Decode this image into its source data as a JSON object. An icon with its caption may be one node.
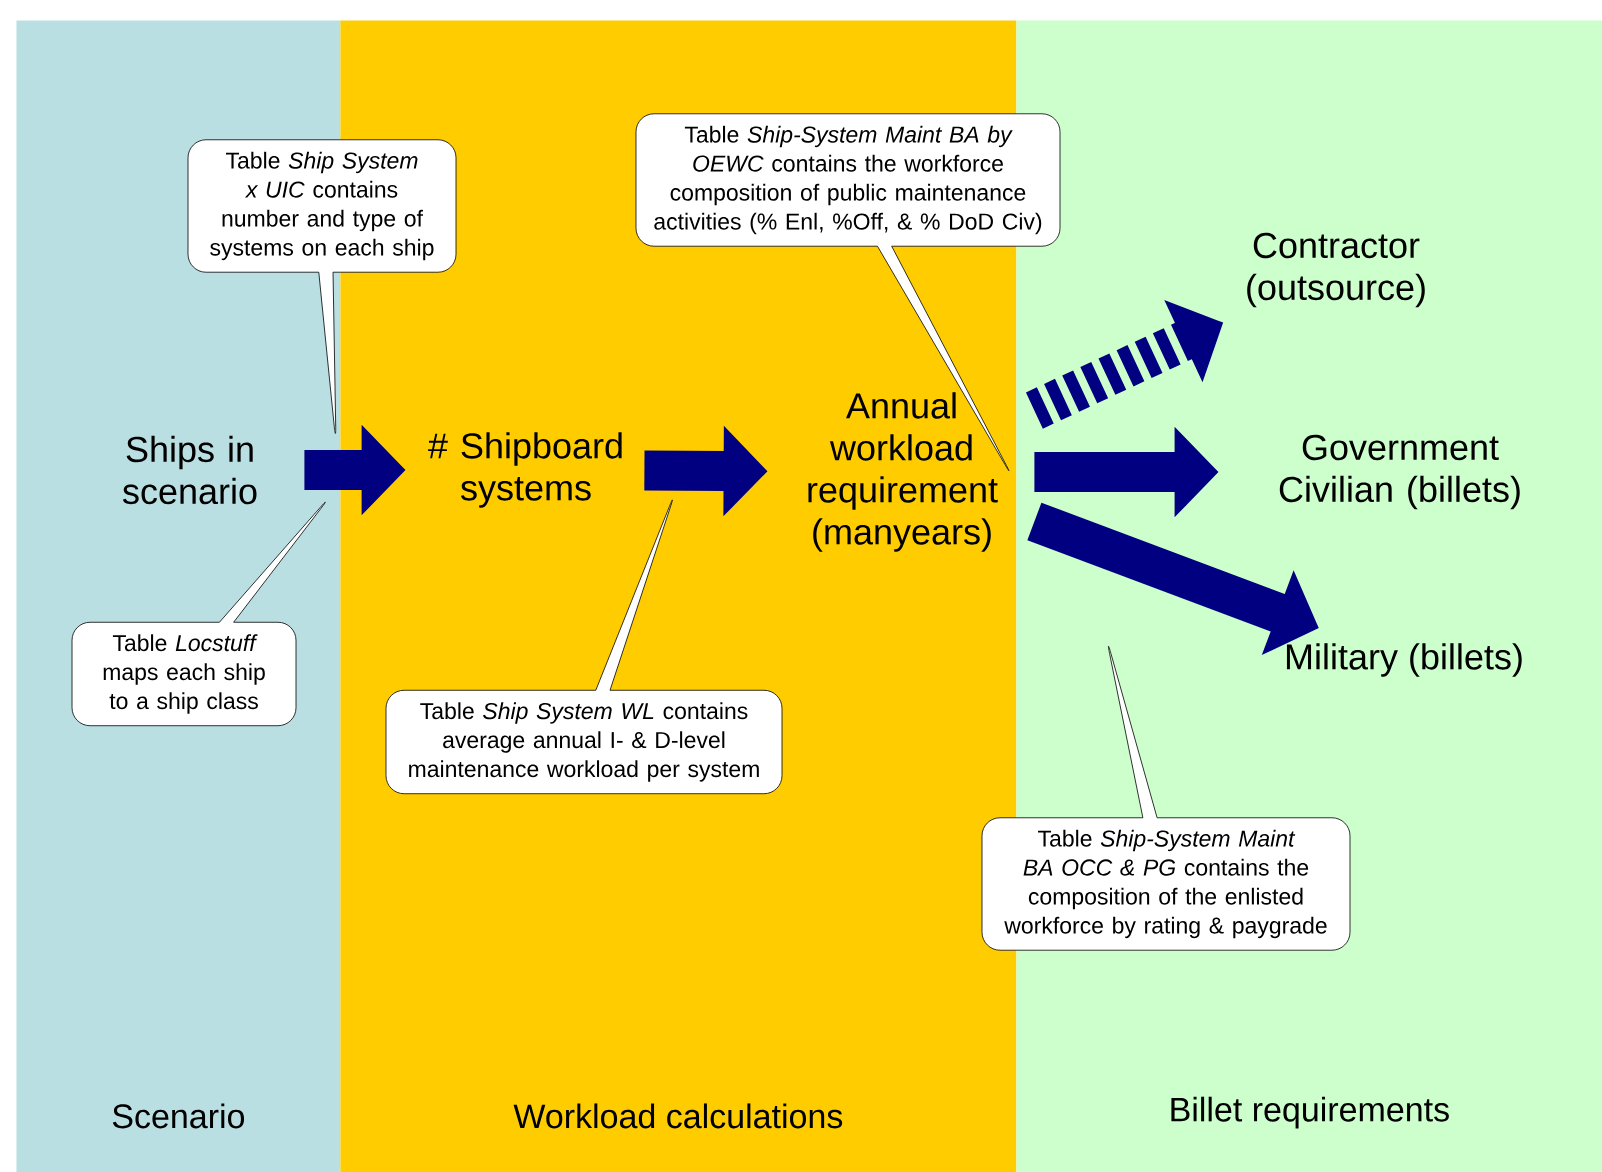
{
  "diagram": {
    "nodes": [
      {
        "text": [
          "Scenario"
        ]
      },
      {
        "text": [
          "Workload calculations"
        ]
      },
      {
        "text": [
          "Billet requirements"
        ]
      },
      {
        "text": [
          "Ships in scenario"
        ],
        "in": 0
      },
      {
        "text": [
          "# Shipboard systems"
        ],
        "in": 1
      },
      {
        "text": [
          "Annual workload requirement (manyears)"
        ],
        "in": 1
      },
      {
        "text": [
          "Contractor (outsource)"
        ],
        "in": 2
      },
      {
        "text": [
          "Government Civilian (billets)"
        ],
        "in": 2
      },
      {
        "text": [
          "Military (billets)"
        ],
        "in": 2
      },
      {
        "text": [
          "Table *Ship System x UIC* contains number and type of systems on each ship"
        ]
      },
      {
        "text": [
          "Table *Locstuff* maps each ship to a ship class"
        ],
        "in": 0
      },
      {
        "text": [
          "Table *Ship System WL* contains average annual I- & D-level maintenance workload per system"
        ],
        "in": 1
      },
      {
        "text": [
          "Table *Ship-System Maint BA by OEWC* contains the workforce composition of public maintenance activities (% Enl, %Off, & % DoD Civ)"
        ]
      },
      {
        "text": [
          "Table *Ship-System Maint BA OCC & PG* contains the composition of the enlisted workforce by rating & paygrade"
        ]
      }
    ],
    "edges": [
      {
        "from": 3,
        "to": 4,
        "arrow": "to"
      },
      {
        "from": 4,
        "to": 5,
        "arrow": "to"
      },
      {
        "from": 5,
        "to": 6,
        "arrow": "to",
        "style": "dashed"
      },
      {
        "from": 5,
        "to": 7,
        "arrow": "to"
      },
      {
        "from": 5,
        "to": 8,
        "arrow": "to"
      }
    ]
  }
}
